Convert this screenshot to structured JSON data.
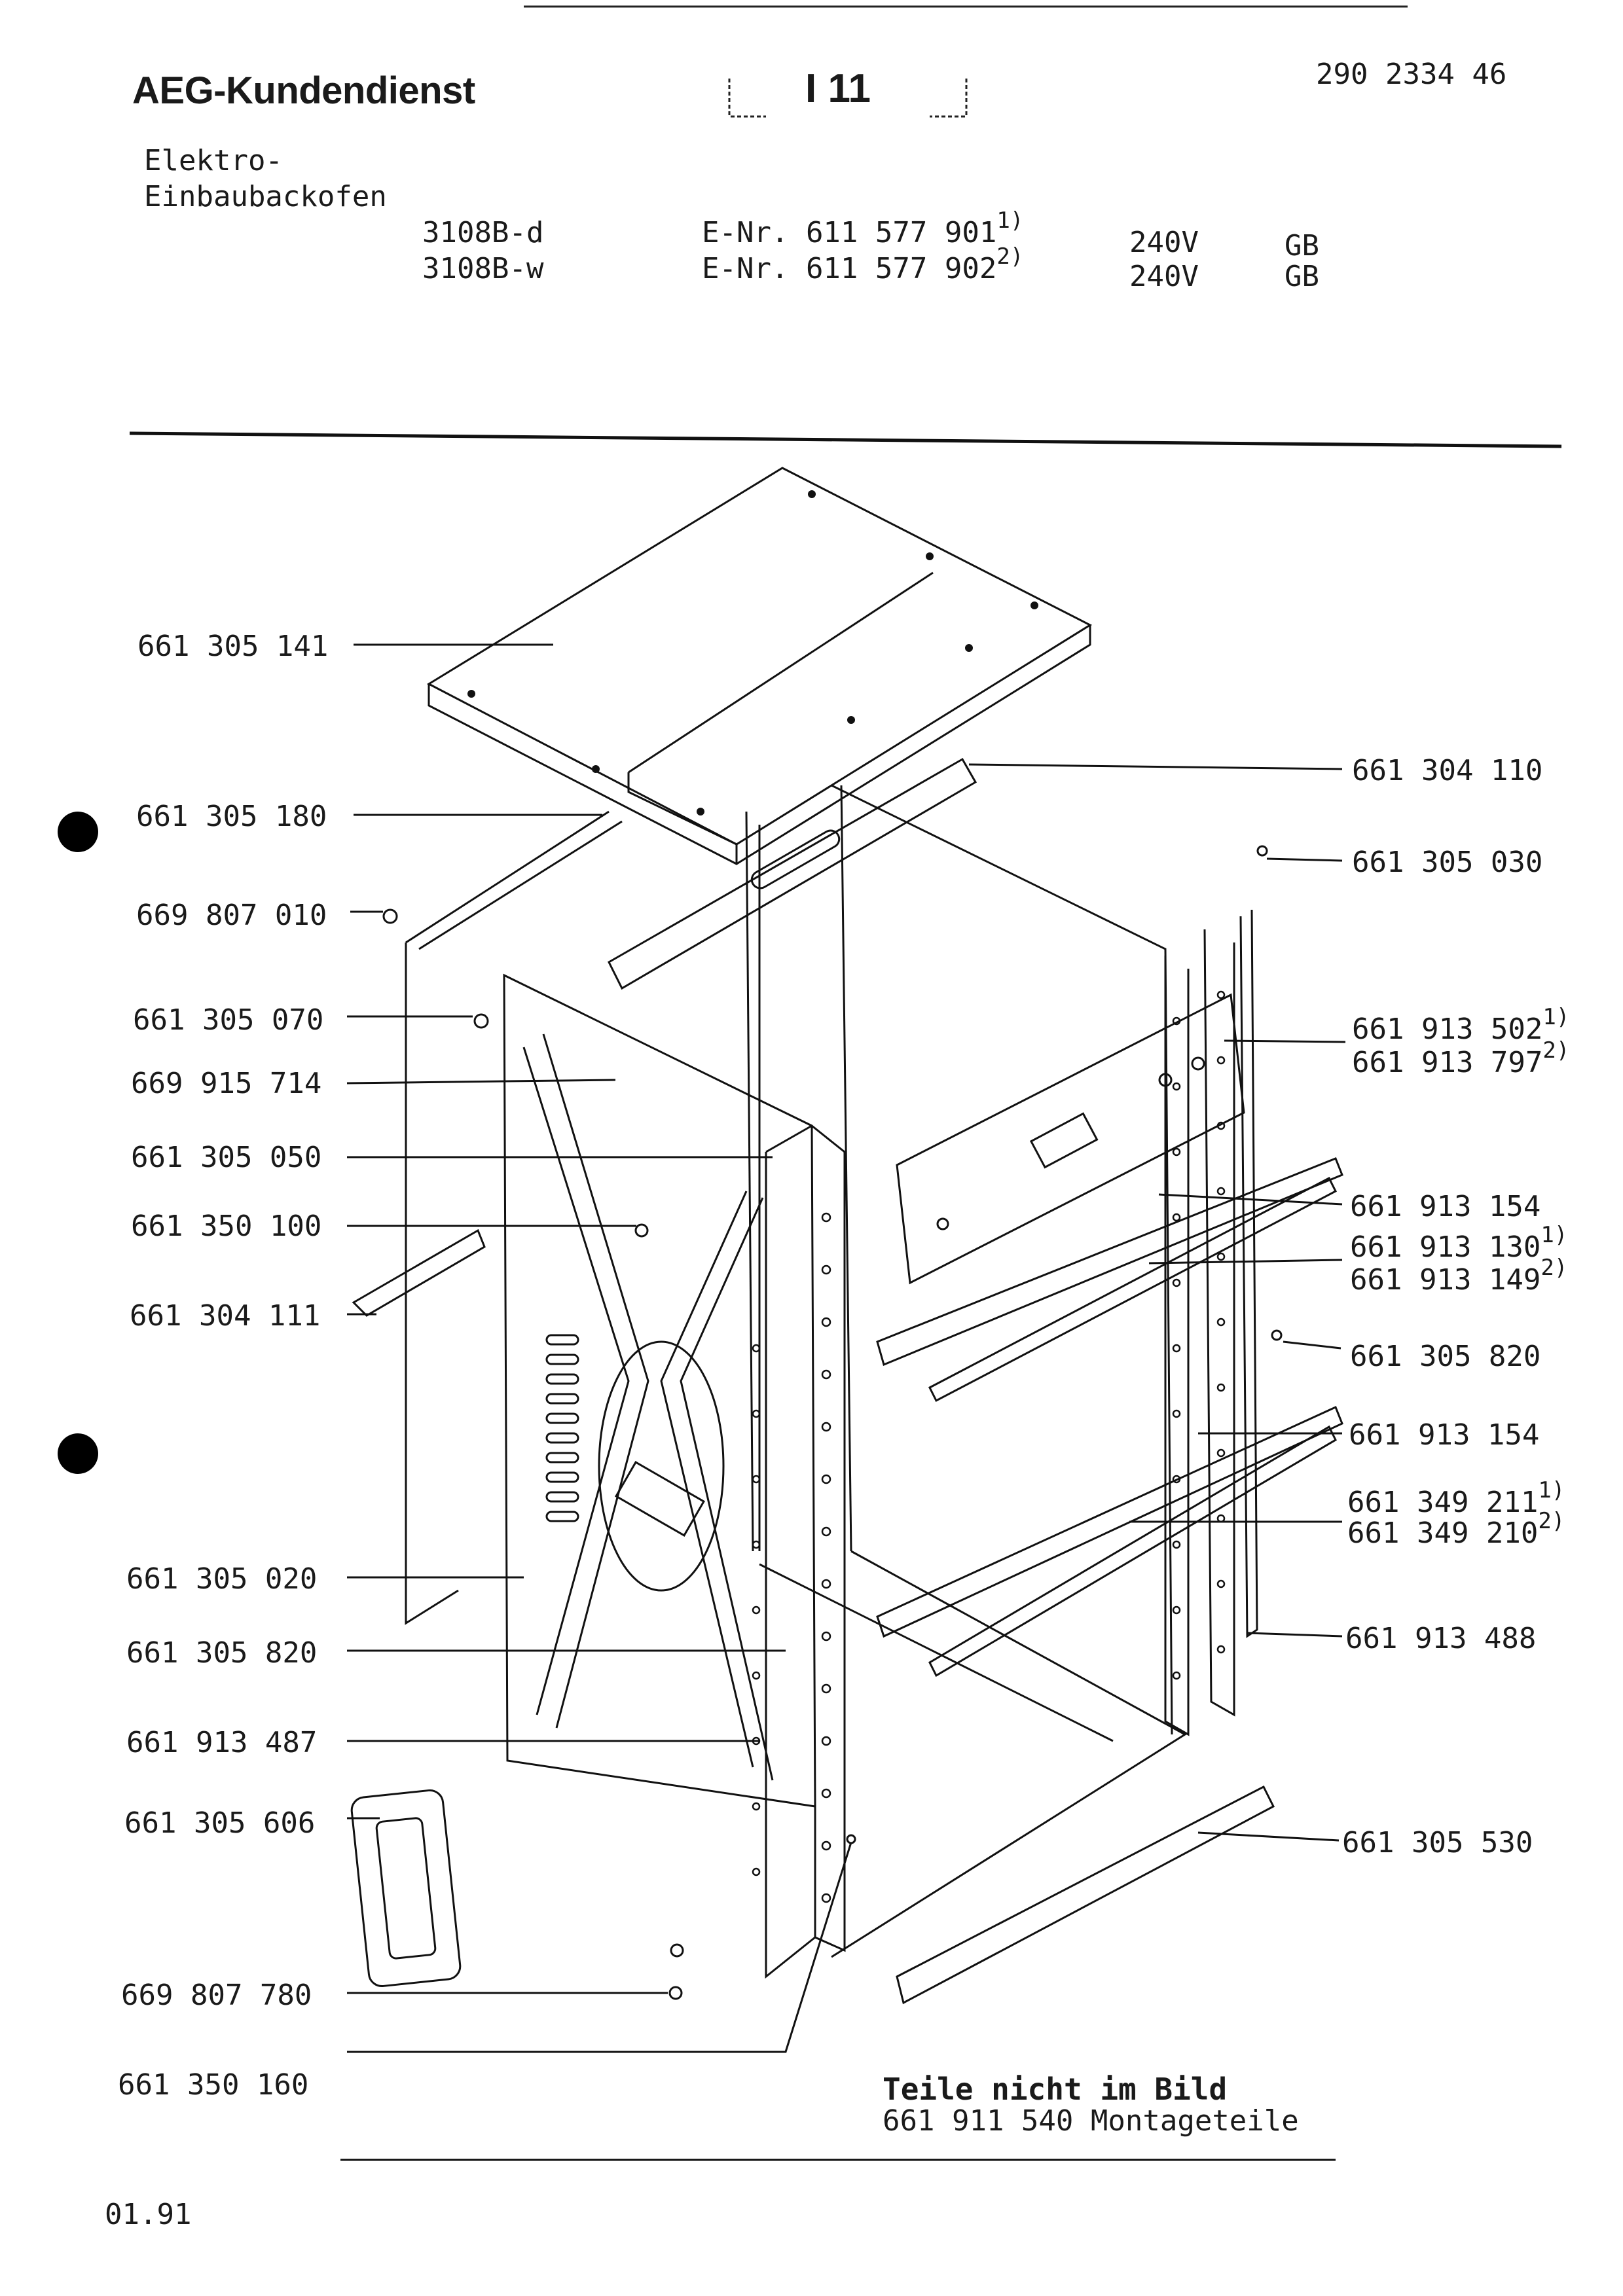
{
  "header": {
    "brand": "AEG-Kundendienst",
    "sheet": "I 11",
    "doc_number": "290 2334 46"
  },
  "product": {
    "line1": "Elektro-",
    "line2": "Einbaubackofen"
  },
  "models": [
    {
      "model": "3108B-d",
      "enr": "E-Nr. 611 577 901",
      "fn": "1)",
      "voltage": "240V",
      "country": "GB"
    },
    {
      "model": "3108B-w",
      "enr": "E-Nr. 611 577 902",
      "fn": "2)",
      "voltage": "240V",
      "country": "GB"
    }
  ],
  "parts_left": [
    {
      "number": "661 305 141"
    },
    {
      "number": "661 305 180"
    },
    {
      "number": "669 807 010"
    },
    {
      "number": "661 305 070"
    },
    {
      "number": "669 915 714"
    },
    {
      "number": "661 305 050"
    },
    {
      "number": "661 350 100"
    },
    {
      "number": "661 304 111"
    },
    {
      "number": "661 305 020"
    },
    {
      "number": "661 305 820"
    },
    {
      "number": "661 913 487"
    },
    {
      "number": "661 305 606"
    },
    {
      "number": "669 807 780"
    },
    {
      "number": "661 350 160"
    }
  ],
  "parts_right": [
    {
      "number": "661 304 110",
      "fn": ""
    },
    {
      "number": "661 305 030",
      "fn": ""
    },
    {
      "number": "661 913 502",
      "fn": "1)"
    },
    {
      "number": "661 913 797",
      "fn": "2)"
    },
    {
      "number": "661 913 154",
      "fn": ""
    },
    {
      "number": "661 913 130",
      "fn": "1)"
    },
    {
      "number": "661 913 149",
      "fn": "2)"
    },
    {
      "number": "661 305 820",
      "fn": ""
    },
    {
      "number": "661 913 154",
      "fn": ""
    },
    {
      "number": "661 349 211",
      "fn": "1)"
    },
    {
      "number": "661 349 210",
      "fn": "2)"
    },
    {
      "number": "661 913 488",
      "fn": ""
    },
    {
      "number": "661 305 530",
      "fn": ""
    }
  ],
  "note": {
    "title": "Teile nicht im Bild",
    "text": "661 911 540 Montageteile"
  },
  "footer": {
    "date": "01.91"
  }
}
